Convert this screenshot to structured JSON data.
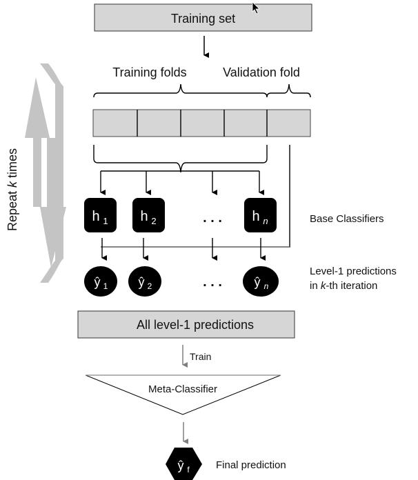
{
  "diagram": {
    "title": "Stacking with k-fold cross-validation",
    "training_set": "Training set",
    "training_folds_label": "Training folds",
    "validation_fold_label": "Validation fold",
    "fold_count": 5,
    "repeat_label_prefix": "Repeat ",
    "repeat_label_var": "k",
    "repeat_label_suffix": " times",
    "base_classifiers": [
      {
        "symbol": "h",
        "sub": "1",
        "sub_italic": false
      },
      {
        "symbol": "h",
        "sub": "2",
        "sub_italic": false
      },
      {
        "symbol": "h",
        "sub": "n",
        "sub_italic": true
      }
    ],
    "ellipsis": ". . .",
    "predictions": [
      {
        "symbol": "ŷ",
        "sub": "1",
        "sub_italic": false
      },
      {
        "symbol": "ŷ",
        "sub": "2",
        "sub_italic": false
      },
      {
        "symbol": "ŷ",
        "sub": "n",
        "sub_italic": true
      }
    ],
    "base_classifiers_label": "Base Classifiers",
    "level1_label_line1": "Level-1 predictions",
    "level1_label_line2_prefix": "in ",
    "level1_label_line2_var": "k",
    "level1_label_line2_suffix": "-th iteration",
    "all_level1": "All level-1 predictions",
    "train_label": "Train",
    "meta_classifier": "Meta-Classifier",
    "final_symbol": "ŷ",
    "final_sub": "f",
    "final_label": "Final prediction",
    "colors": {
      "box_fill": "#d6d6d6",
      "node_fill": "#000000",
      "loop_arrow": "#c4c4c4",
      "gray_arrow": "#7f7f7f",
      "line": "#000000"
    }
  }
}
